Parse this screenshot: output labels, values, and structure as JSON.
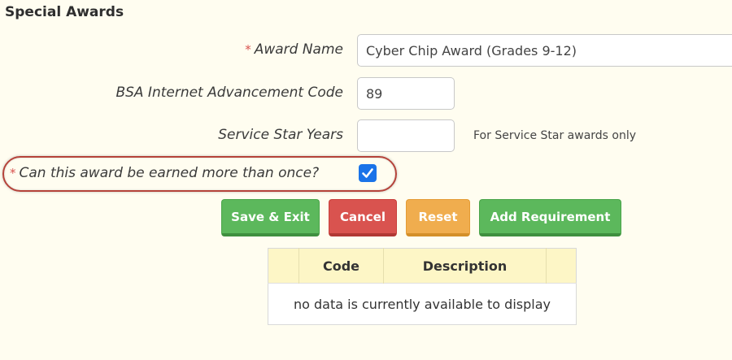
{
  "page": {
    "title": "Special Awards"
  },
  "form": {
    "award_name": {
      "label": "Award Name",
      "required_mark": "*",
      "value": "Cyber Chip Award (Grades 9-12)"
    },
    "bsa_code": {
      "label": "BSA Internet Advancement Code",
      "value": "89"
    },
    "service_star": {
      "label": "Service Star Years",
      "value": "",
      "hint": "For Service Star awards only"
    },
    "earned_more_than_once": {
      "label": "Can this award be earned more than once?",
      "required_mark": "*",
      "checked": true
    }
  },
  "buttons": {
    "save_exit": "Save & Exit",
    "cancel": "Cancel",
    "reset": "Reset",
    "add_requirement": "Add Requirement"
  },
  "requirements_table": {
    "columns": [
      "",
      "Code",
      "Description",
      ""
    ],
    "empty_message": "no data is currently available to display"
  },
  "colors": {
    "background": "#fffdf0",
    "required": "#d9534f",
    "green_button": "#5cb85c",
    "red_button": "#d9534f",
    "orange_button": "#f0ad4e",
    "checkbox": "#1a73e8",
    "highlight_oval": "#b5433a",
    "table_header": "#fdf6c6"
  }
}
